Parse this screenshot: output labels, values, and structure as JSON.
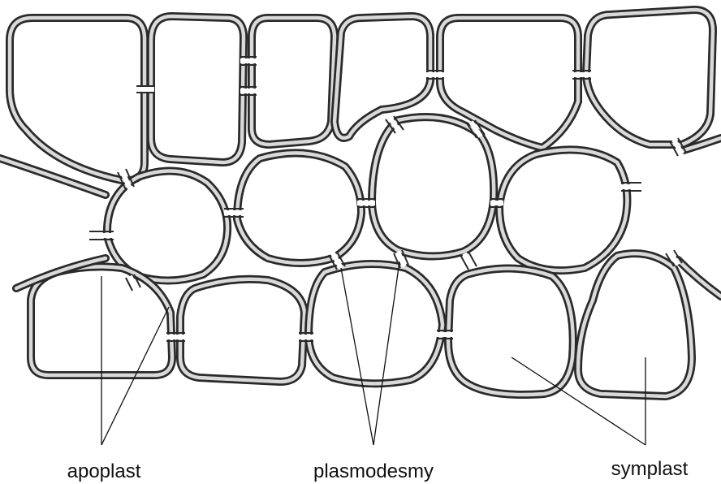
{
  "labels": {
    "apoplast": "apoplast",
    "plasmodesmy": "plasmodesmy",
    "symplast": "symplast"
  },
  "colors": {
    "wall_outline": "#2a2a2a",
    "wall_fill": "#d9d9d9",
    "background": "#ffffff"
  }
}
